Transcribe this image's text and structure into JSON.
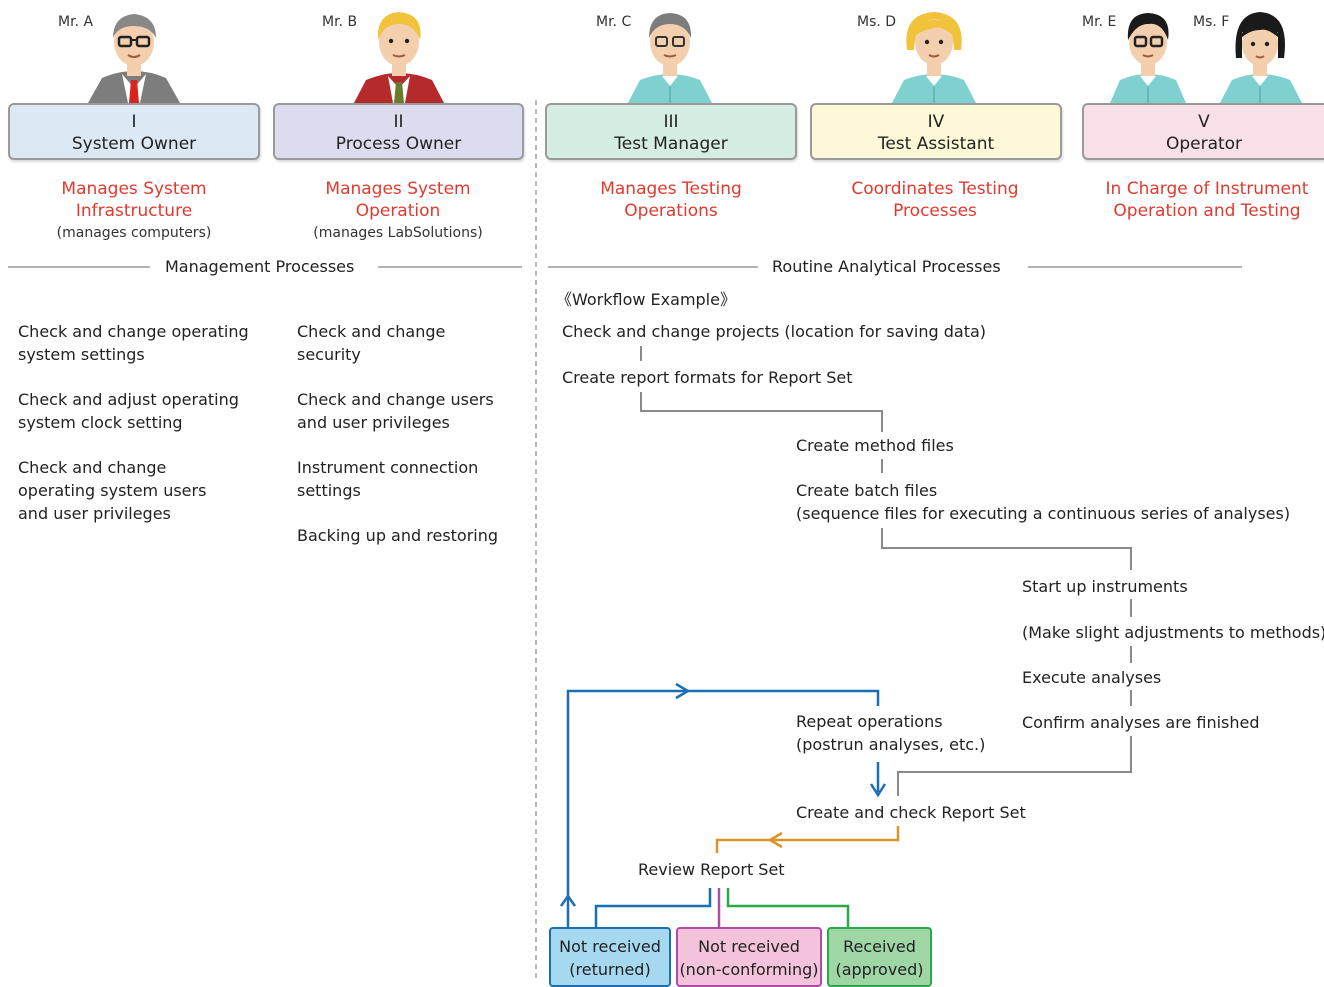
{
  "people": [
    {
      "name": "Mr. A"
    },
    {
      "name": "Mr. B"
    },
    {
      "name": "Mr. C"
    },
    {
      "name": "Ms. D"
    },
    {
      "name": "Mr. E"
    },
    {
      "name": "Ms. F"
    }
  ],
  "roles": [
    {
      "numeral": "I",
      "title": "System Owner",
      "resp": "Manages System Infrastructure",
      "note": "(manages computers)",
      "bg": "#dde8f5"
    },
    {
      "numeral": "II",
      "title": "Process Owner",
      "resp": "Manages System Operation",
      "note": "(manages LabSolutions)",
      "bg": "#dcdcef"
    },
    {
      "numeral": "III",
      "title": "Test Manager",
      "resp": "Manages Testing Operations",
      "note": "",
      "bg": "#d6ede3"
    },
    {
      "numeral": "IV",
      "title": "Test Assistant",
      "resp": "Coordinates Testing Processes",
      "note": "",
      "bg": "#fcf8d8"
    },
    {
      "numeral": "V",
      "title": "Operator",
      "resp": "In Charge of Instrument Operation and Testing",
      "note": "",
      "bg": "#f9dfe8"
    }
  ],
  "sections": {
    "management": "Management Processes",
    "routine": "Routine Analytical Processes"
  },
  "management_tasks": {
    "col1": [
      "Check and change operating system settings",
      "Check and adjust operating system clock setting",
      "Check and change operating system users and user privileges"
    ],
    "col2": [
      "Check and change security",
      "Check and change users and user privileges",
      "Instrument connection settings",
      "Backing up and restoring"
    ]
  },
  "workflow": {
    "heading": "《Workflow Example》",
    "steps": {
      "projects": "Check and change projects (location for saving data)",
      "report_formats": "Create report formats for Report Set",
      "method_files": "Create method files",
      "batch_files": "Create batch files",
      "batch_files_note": "(sequence files for executing a continuous series of analyses)",
      "start_instruments": "Start up instruments",
      "adjust_methods": "(Make slight adjustments to methods)",
      "execute": "Execute analyses",
      "confirm": "Confirm analyses are finished",
      "repeat": "Repeat operations",
      "repeat_note": "(postrun analyses, etc.)",
      "create_report": "Create and check Report Set",
      "review_report": "Review Report Set"
    },
    "outcomes": [
      {
        "line1": "Not received",
        "line2": "(returned)",
        "bg": "#a6d9f0",
        "border": "#1a6fb3"
      },
      {
        "line1": "Not received",
        "line2": "(non-conforming)",
        "bg": "#f3c3dc",
        "border": "#b04ca6"
      },
      {
        "line1": "Received",
        "line2": "(approved)",
        "bg": "#9fd6a6",
        "border": "#2aa84a"
      }
    ],
    "colors": {
      "blue": "#1a6fb3",
      "orange": "#d99327",
      "pink": "#b04ca6",
      "green": "#2aa84a",
      "gray": "#8a8a8a"
    }
  }
}
